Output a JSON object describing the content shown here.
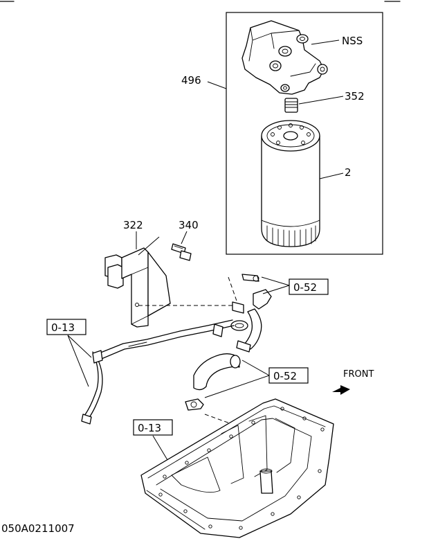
{
  "labels": {
    "nss": "NSS",
    "part_496": "496",
    "part_352": "352",
    "part_2": "2",
    "part_322": "322",
    "part_340": "340",
    "ref_052_upper": "0-52",
    "ref_052_lower": "0-52",
    "ref_013_left": "0-13",
    "ref_013_pan": "0-13",
    "front": "FRONT",
    "drawing_code": "050A0211007"
  },
  "colors": {
    "ink": "#000000",
    "paper": "#ffffff"
  }
}
